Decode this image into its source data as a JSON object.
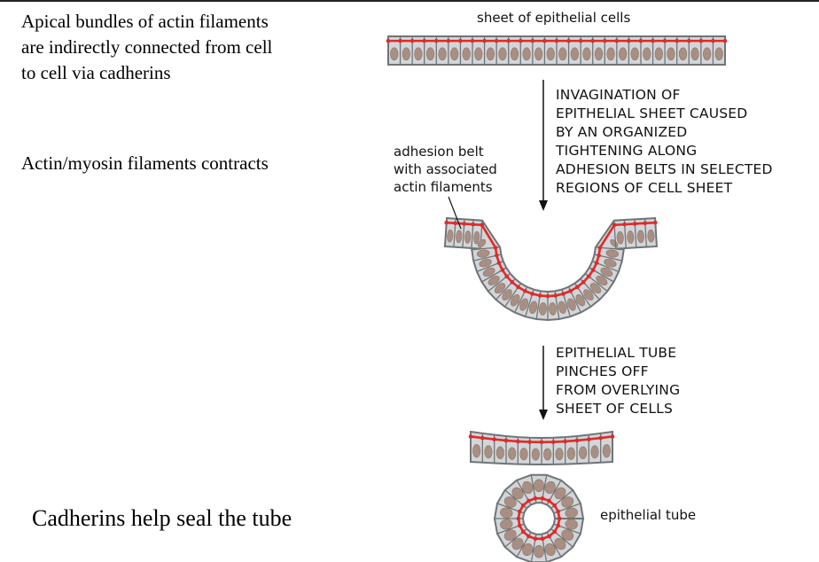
{
  "left_text": {
    "line1": [
      "Apical bundles of actin filaments",
      "are indirectly connected from cell",
      "to cell via cadherins"
    ],
    "line2": "Actin/myosin filaments contracts",
    "line3": "Cadherins help seal the tube"
  },
  "labels": {
    "sheet": "sheet of epithelial cells",
    "adhesion": [
      "adhesion belt",
      "with associated",
      "actin filaments"
    ],
    "tube": "epithelial tube"
  },
  "steps": {
    "invagination": [
      "INVAGINATION OF",
      "EPITHELIAL SHEET CAUSED",
      "BY AN ORGANIZED",
      "TIGHTENING ALONG",
      "ADHESION BELTS IN SELECTED",
      "REGIONS OF CELL SHEET"
    ],
    "pinch": [
      "EPITHELIAL TUBE",
      "PINCHES OFF",
      "FROM OVERLYING",
      "SHEET OF CELLS"
    ]
  },
  "colors": {
    "cell_fill": "#d2d6d8",
    "cell_stroke": "#6f7477",
    "nucleus": "#a98f83",
    "belt": "#e02a2a"
  }
}
